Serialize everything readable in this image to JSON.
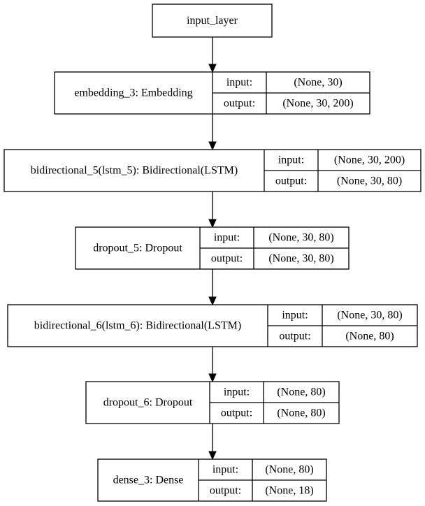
{
  "diagram": {
    "type": "keras-model-plot",
    "input_node": {
      "label": "input_layer"
    },
    "layers": [
      {
        "name": "embedding_3: Embedding",
        "input_label": "input:",
        "input_shape": "(None, 30)",
        "output_label": "output:",
        "output_shape": "(None, 30, 200)"
      },
      {
        "name": "bidirectional_5(lstm_5): Bidirectional(LSTM)",
        "input_label": "input:",
        "input_shape": "(None, 30, 200)",
        "output_label": "output:",
        "output_shape": "(None, 30, 80)"
      },
      {
        "name": "dropout_5: Dropout",
        "input_label": "input:",
        "input_shape": "(None, 30, 80)",
        "output_label": "output:",
        "output_shape": "(None, 30, 80)"
      },
      {
        "name": "bidirectional_6(lstm_6): Bidirectional(LSTM)",
        "input_label": "input:",
        "input_shape": "(None, 30, 80)",
        "output_label": "output:",
        "output_shape": "(None, 80)"
      },
      {
        "name": "dropout_6: Dropout",
        "input_label": "input:",
        "input_shape": "(None, 80)",
        "output_label": "output:",
        "output_shape": "(None, 80)"
      },
      {
        "name": "dense_3: Dense",
        "input_label": "input:",
        "input_shape": "(None, 80)",
        "output_label": "output:",
        "output_shape": "(None, 18)"
      }
    ],
    "colors": {
      "stroke": "#000000",
      "background": "#ffffff",
      "text": "#000000"
    }
  }
}
